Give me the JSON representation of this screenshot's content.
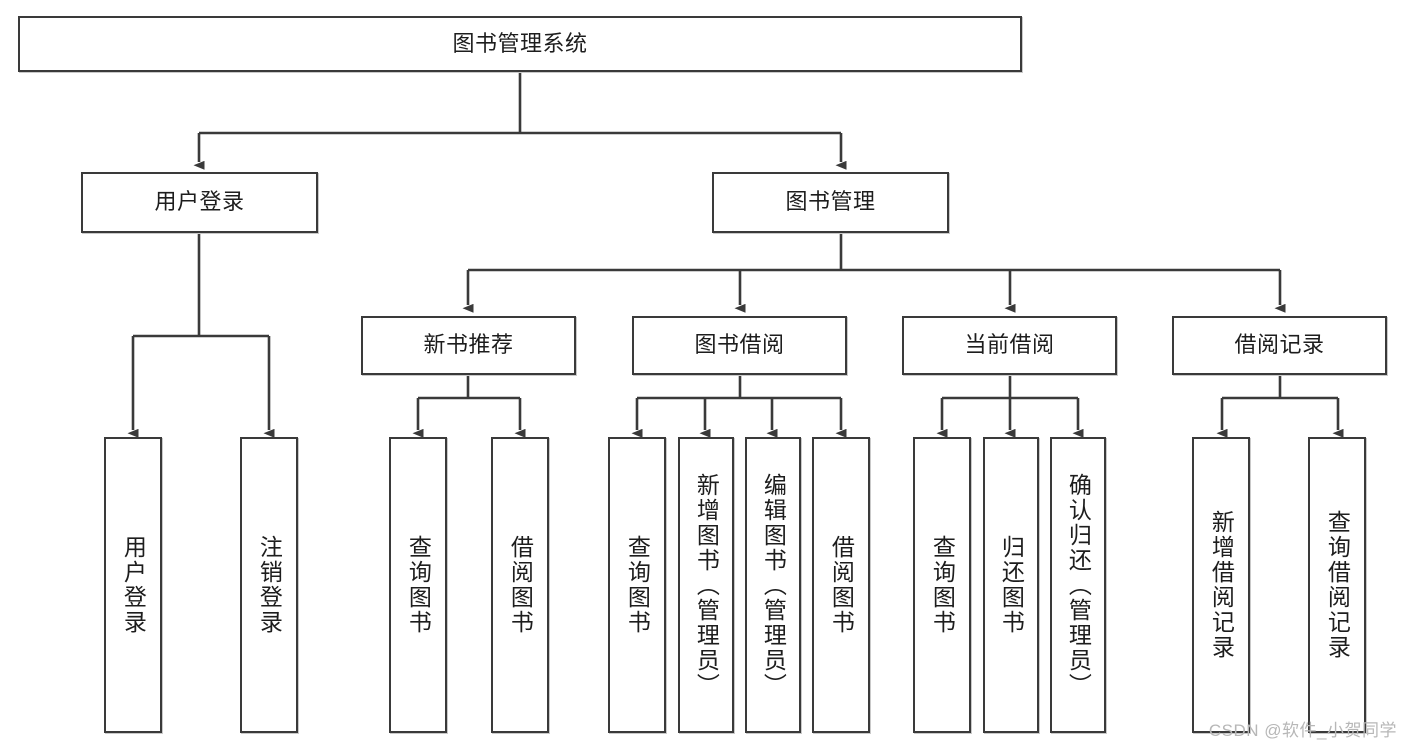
{
  "diagram": {
    "title": "图书管理系统",
    "watermark": "CSDN @软件_小贺同学",
    "colors": {
      "box_border": "#3a3a3a",
      "box_fill": "#ffffff",
      "line": "#3a3a3a",
      "text": "#1d1d1d",
      "watermark": "#b7b7b7"
    },
    "nodes": {
      "root": "图书管理系统",
      "level2": [
        {
          "id": "user-login",
          "label": "用户登录"
        },
        {
          "id": "book-manage",
          "label": "图书管理"
        }
      ],
      "level3": [
        {
          "id": "new-book-recommend",
          "label": "新书推荐"
        },
        {
          "id": "book-borrow",
          "label": "图书借阅"
        },
        {
          "id": "current-borrow",
          "label": "当前借阅"
        },
        {
          "id": "borrow-record",
          "label": "借阅记录"
        }
      ],
      "leaves": [
        {
          "id": "leaf-user-login",
          "label": "用户登录",
          "parent": "user-login"
        },
        {
          "id": "leaf-logout-login",
          "label": "注销登录",
          "parent": "user-login"
        },
        {
          "id": "leaf-query-book-1",
          "label": "查询图书",
          "parent": "new-book-recommend"
        },
        {
          "id": "leaf-borrow-book-1",
          "label": "借阅图书",
          "parent": "new-book-recommend"
        },
        {
          "id": "leaf-query-book-2",
          "label": "查询图书",
          "parent": "book-borrow"
        },
        {
          "id": "leaf-add-book",
          "label": "新增图书（管理员）",
          "parent": "book-borrow"
        },
        {
          "id": "leaf-edit-book",
          "label": "编辑图书（管理员）",
          "parent": "book-borrow"
        },
        {
          "id": "leaf-borrow-book-2",
          "label": "借阅图书",
          "parent": "book-borrow"
        },
        {
          "id": "leaf-query-book-3",
          "label": "查询图书",
          "parent": "current-borrow"
        },
        {
          "id": "leaf-return-book",
          "label": "归还图书",
          "parent": "current-borrow"
        },
        {
          "id": "leaf-confirm-return",
          "label": "确认归还（管理员）",
          "parent": "current-borrow"
        },
        {
          "id": "leaf-add-record",
          "label": "新增借阅记录",
          "parent": "borrow-record"
        },
        {
          "id": "leaf-query-record",
          "label": "查询借阅记录",
          "parent": "borrow-record"
        }
      ]
    }
  }
}
